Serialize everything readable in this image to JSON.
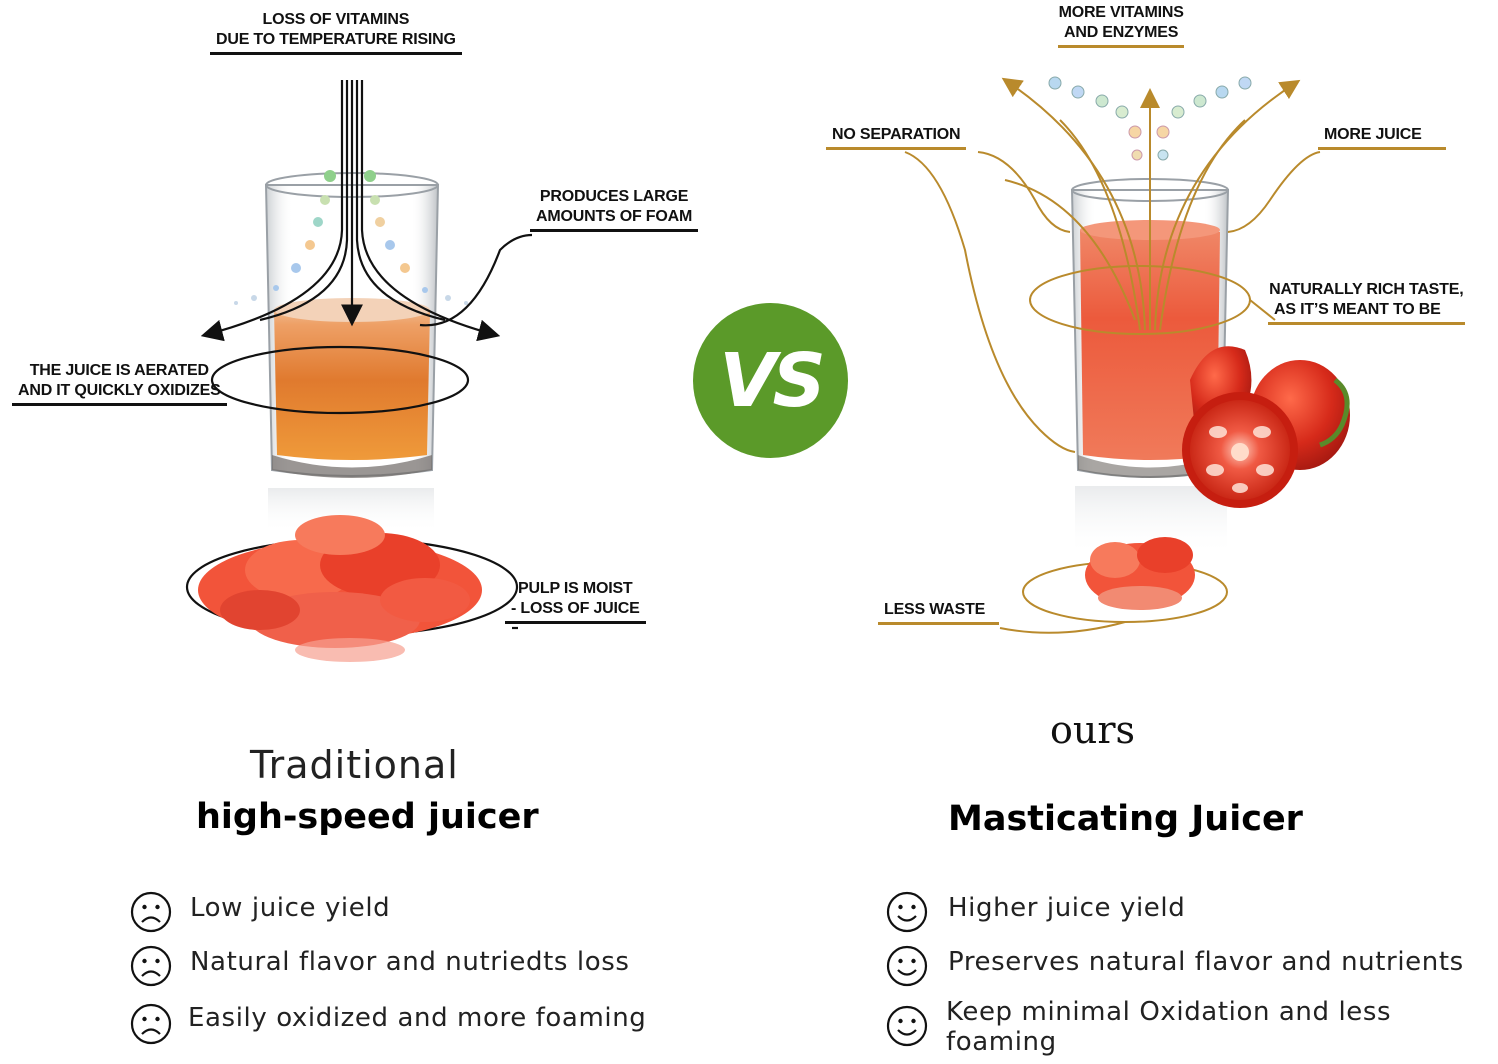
{
  "vs_badge": "VS",
  "left": {
    "callouts": {
      "vitamins_loss": [
        "LOSS OF VITAMINS",
        "DUE TO TEMPERATURE RISING"
      ],
      "foam": [
        "PRODUCES LARGE",
        "AMOUNTS OF FOAM"
      ],
      "aerated": [
        "THE JUICE IS AERATED",
        "AND IT QUICKLY OXIDIZES"
      ],
      "pulp": [
        "PULP IS MOIST",
        "- LOSS OF JUICE"
      ]
    },
    "title_line1": "Traditional",
    "title_line2": "high-speed juicer",
    "points": [
      {
        "icon": "sad-face-icon",
        "text": "Low juice yield"
      },
      {
        "icon": "sad-face-icon",
        "text": "Natural flavor and nutriedts loss"
      },
      {
        "icon": "sad-face-icon",
        "text": "Easily oxidized and more foaming"
      }
    ]
  },
  "right": {
    "callouts": {
      "vitamins_more": [
        "MORE VITAMINS",
        "AND ENZYMES"
      ],
      "no_separation": [
        "NO SEPARATION"
      ],
      "more_juice": [
        "MORE JUICE"
      ],
      "rich_taste": [
        "NATURALLY RICH TASTE,",
        "AS IT’S MEANT TO BE"
      ],
      "less_waste": [
        "LESS WASTE"
      ]
    },
    "label_ours": "ours",
    "title": "Masticating Juicer",
    "points": [
      {
        "icon": "happy-face-icon",
        "text": "Higher juice yield"
      },
      {
        "icon": "happy-face-icon",
        "text": "Preserves natural flavor and nutrients"
      },
      {
        "icon": "happy-face-icon",
        "text": "Keep minimal Oxidation and less foaming"
      }
    ]
  },
  "colors": {
    "vs_green": "#5b9a29",
    "gold_line": "#b98a2c",
    "juice_orange": "#e0782e",
    "juice_red": "#e8442a",
    "tomato_red": "#d8281b"
  }
}
